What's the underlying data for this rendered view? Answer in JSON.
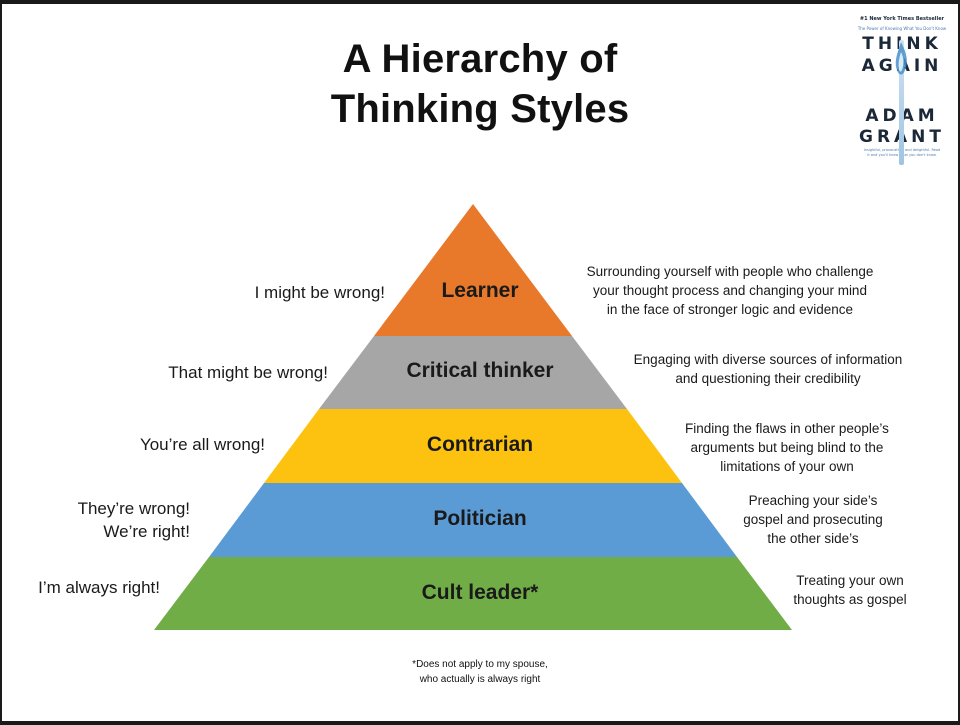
{
  "title_line1": "A Hierarchy of",
  "title_line2": "Thinking Styles",
  "book": {
    "bestseller": "#1 New York Times Bestseller",
    "subtitle": "The Power of Knowing What You Don't Know",
    "word1": "THINK",
    "word2": "AGAIN",
    "author1": "ADAM",
    "author2": "GRANT",
    "blurb": "Insightful, provocative, and delightful. Read it and you'll know what you don't know."
  },
  "levels": [
    {
      "name": "Learner",
      "left_text": [
        "I might be wrong!"
      ],
      "right_text": [
        "Surrounding yourself with people who challenge",
        "your thought process and changing your mind",
        "in the face of stronger logic and evidence"
      ],
      "color": "#e8792b"
    },
    {
      "name": "Critical thinker",
      "left_text": [
        "That might be wrong!"
      ],
      "right_text": [
        "Engaging with diverse sources of information",
        "and questioning their credibility"
      ],
      "color": "#a6a6a6"
    },
    {
      "name": "Contrarian",
      "left_text": [
        "You’re all wrong!"
      ],
      "right_text": [
        "Finding the flaws in other people’s",
        "arguments but being blind to the",
        "limitations of your own"
      ],
      "color": "#fcc20f"
    },
    {
      "name": "Politician",
      "left_text": [
        "They’re wrong!",
        "We’re right!"
      ],
      "right_text": [
        "Preaching your side’s",
        "gospel and prosecuting",
        "the other side’s"
      ],
      "color": "#5b9bd5"
    },
    {
      "name": "Cult leader*",
      "left_text": [
        "I’m always right!"
      ],
      "right_text": [
        "Treating your own",
        "thoughts as gospel"
      ],
      "color": "#70ad47"
    }
  ],
  "footnote_line1": "*Does not apply to my spouse,",
  "footnote_line2": "who actually is always right"
}
